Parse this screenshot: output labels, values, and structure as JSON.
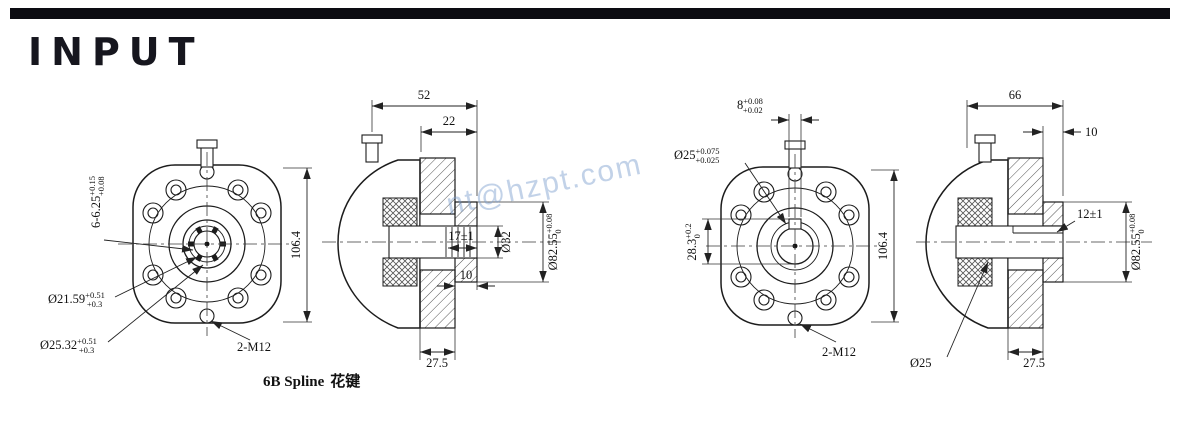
{
  "header": {
    "title": "INPUT"
  },
  "watermark": "nt@hzpt.com",
  "left_drawing": {
    "caption_en": "6B Spline",
    "caption_cn": "花键",
    "dims": {
      "overall_width": "52",
      "pilot_width": "22",
      "bolt_circle": "106.4",
      "spline_length": "17±1",
      "step": "10",
      "bore": "Ø32",
      "pilot": {
        "value": "Ø82.55",
        "tol_up": "+0.08",
        "tol_low": "0"
      },
      "flange_thickness": "27.5",
      "spline_teeth": {
        "value": "6-6.25",
        "tol_up": "+0.15",
        "tol_low": "+0.08"
      },
      "spline_minor": {
        "value": "Ø21.59",
        "tol_up": "+0.51",
        "tol_low": "+0.3"
      },
      "spline_major": {
        "value": "Ø25.32",
        "tol_up": "+0.51",
        "tol_low": "+0.3"
      },
      "tapped_holes": "2-M12"
    }
  },
  "right_drawing": {
    "dims": {
      "key_width": {
        "value": "8",
        "tol_up": "+0.08",
        "tol_low": "+0.02"
      },
      "overall_width": "66",
      "step": "10",
      "shaft_dia": {
        "value": "Ø25",
        "tol_up": "+0.075",
        "tol_low": "+0.025"
      },
      "key_height": {
        "value": "28.3",
        "tol_up": "+0.2",
        "tol_low": "0"
      },
      "bolt_circle": "106.4",
      "shaft_length": "12±1",
      "pilot": {
        "value": "Ø82.55",
        "tol_up": "+0.08",
        "tol_low": "0"
      },
      "tapped_holes": "2-M12",
      "shaft_callout": "Ø25",
      "flange_thickness": "27.5"
    }
  }
}
